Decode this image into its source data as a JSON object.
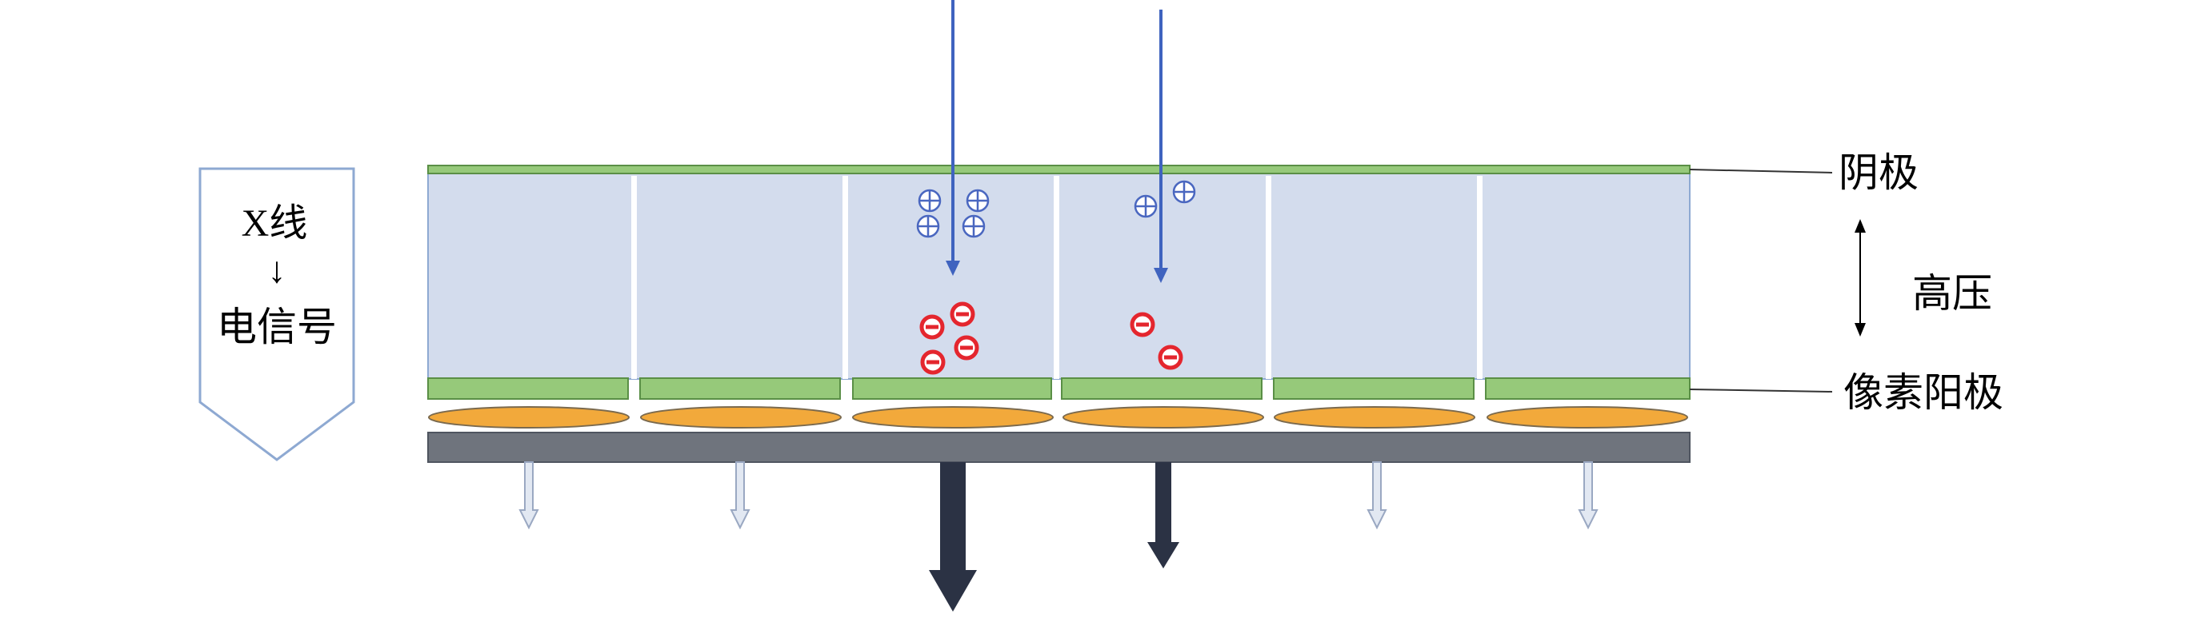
{
  "process_label": {
    "line1": "X线",
    "arrow": "↓",
    "line2": "电信号"
  },
  "labels": {
    "cathode": "阴极",
    "high_voltage": "高压",
    "pixel_anode": "像素阳极"
  },
  "pixels": [
    {
      "positive_charges": 0,
      "negative_charges": 0,
      "signal": "weak"
    },
    {
      "positive_charges": 0,
      "negative_charges": 0,
      "signal": "weak"
    },
    {
      "positive_charges": 4,
      "negative_charges": 4,
      "signal": "strong",
      "xray": true
    },
    {
      "positive_charges": 2,
      "negative_charges": 2,
      "signal": "strong",
      "xray": true
    },
    {
      "positive_charges": 0,
      "negative_charges": 0,
      "signal": "weak"
    },
    {
      "positive_charges": 0,
      "negative_charges": 0,
      "signal": "weak"
    }
  ],
  "charge_symbols": {
    "positive": "⊕",
    "negative": "⊖"
  },
  "colors": {
    "semiconductor": "#d3dced",
    "semiconductor_border": "#8ea9d2",
    "electrode": "#96c97a",
    "electrode_border": "#5a8f46",
    "capacitor": "#f2a93b",
    "capacitor_border": "#7b6a4e",
    "substrate": "#6f747d",
    "xray_arrow": "#3f63bf",
    "positive_charge": "#4a67c0",
    "negative_charge": "#e4262e",
    "strong_signal_arrow": "#2b3244",
    "weak_signal_arrow": "#b9c5db",
    "leader_line": "#333333"
  }
}
